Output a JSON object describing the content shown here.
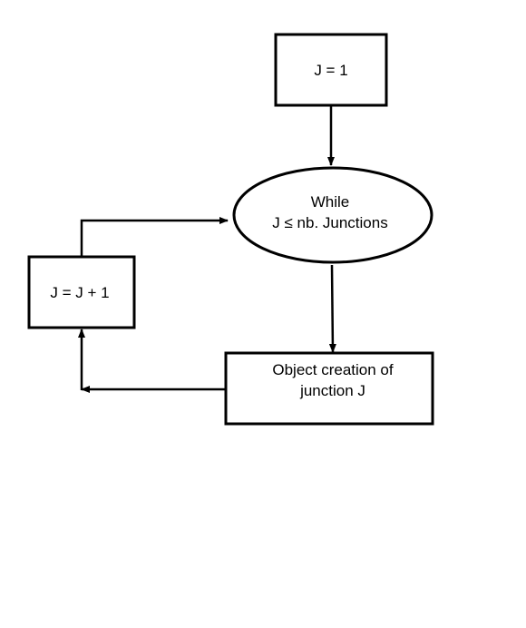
{
  "nodes": {
    "init": {
      "label": "J = 1"
    },
    "loop_condition": {
      "line1": "While",
      "line2": "J ≤ nb. Junctions"
    },
    "object_creation": {
      "line1": "Object creation of",
      "line2": "junction J"
    },
    "increment": {
      "label": "J = J + 1"
    }
  },
  "colors": {
    "stroke": "#000000",
    "fill": "#ffffff",
    "text": "#000000"
  }
}
